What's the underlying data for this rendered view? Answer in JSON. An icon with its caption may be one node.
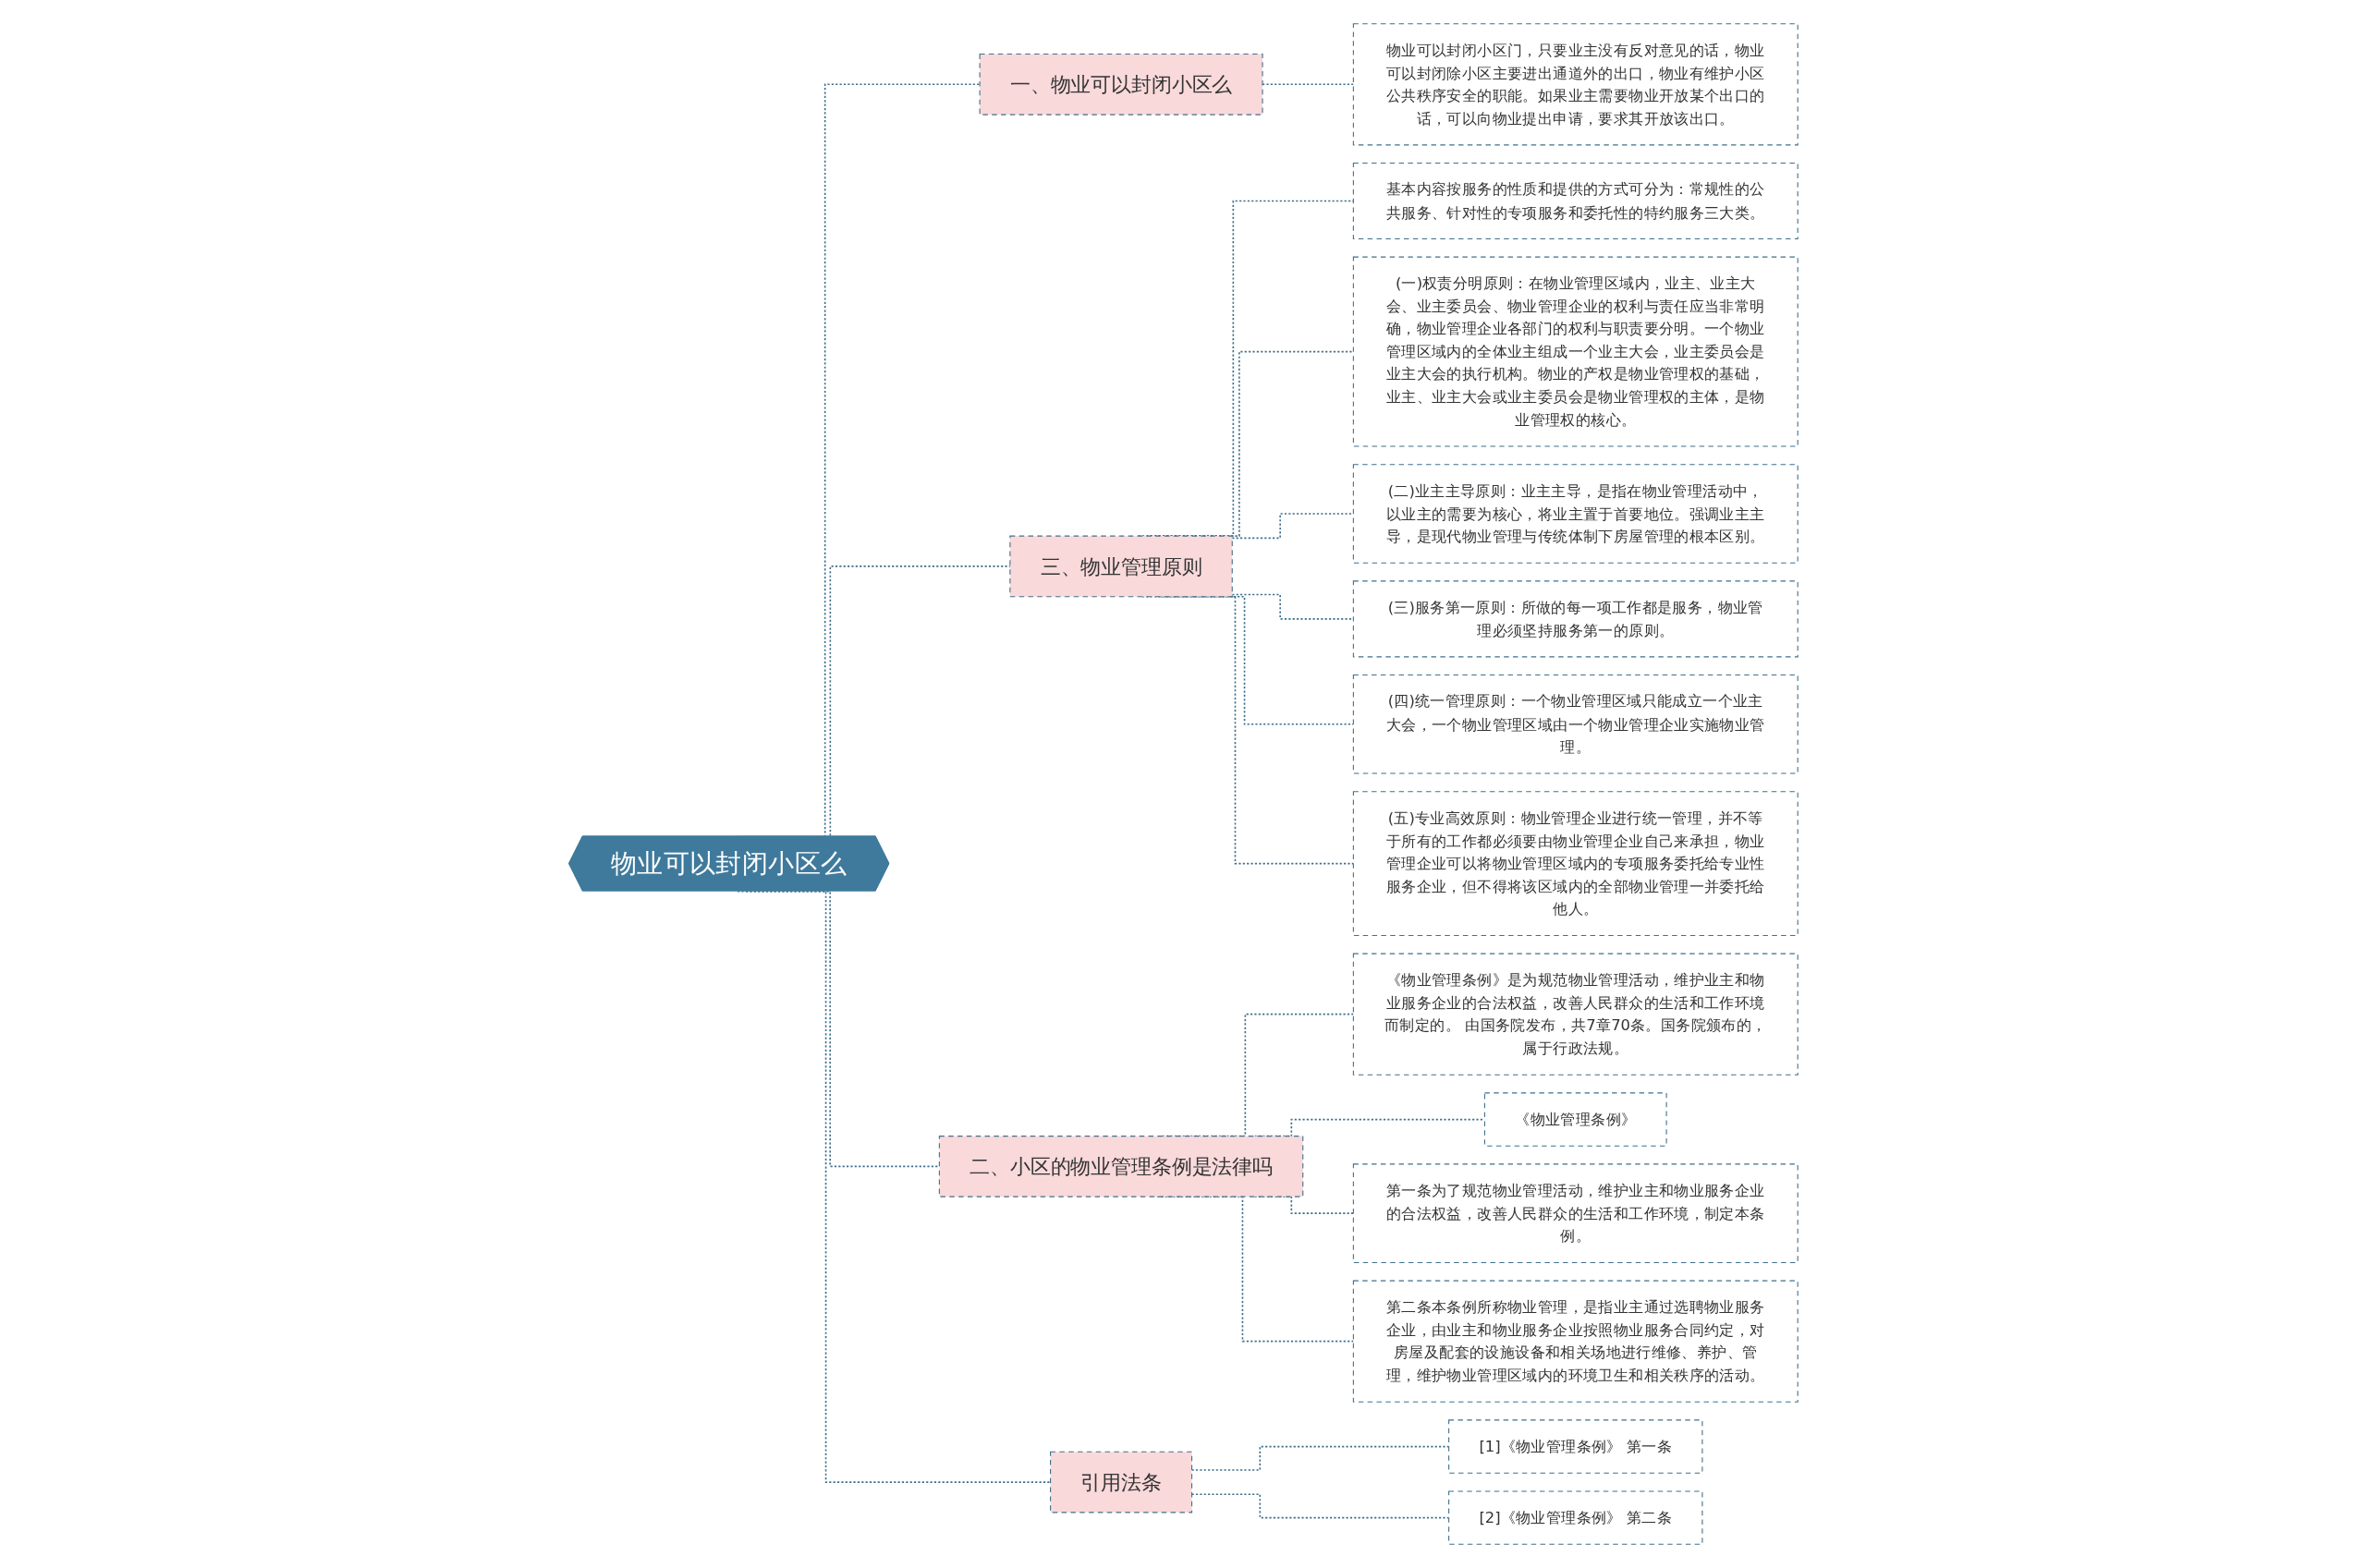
{
  "diagram": {
    "nodes": [
      {
        "text": [
          "物业可以封闭小区么"
        ]
      },
      {
        "text": [
          "二、小区的物业管理条例是法律吗"
        ]
      },
      {
        "text": [
          "《物业管理条例》是为规范物业管理活动，维护业主和物业服务企业的合法权益，改善人民群众的生活和工作环境而制定的。 由国务院发布，共7章70条。国务院颁布的，属于行政法规。"
        ]
      },
      {
        "text": [
          "《物业管理条例》"
        ]
      },
      {
        "text": [
          "第一条为了规范物业管理活动，维护业主和物业服务企业的合法权益，改善人民群众的生活和工作环境，制定本条例。"
        ]
      },
      {
        "text": [
          "第二条本条例所称物业管理，是指业主通过选聘物业服务企业，由业主和物业服务企业按照物业服务合同约定，对房屋及配套的设施设备和相关场地进行维修、养护、管理，维护物业管理区域内的环境卫生和相关秩序的活动。"
        ]
      },
      {
        "text": [
          "引用法条"
        ]
      },
      {
        "text": [
          "[1]《物业管理条例》 第一条"
        ]
      },
      {
        "text": [
          "[2]《物业管理条例》 第二条"
        ]
      },
      {
        "text": [
          "一、物业可以封闭小区么"
        ]
      },
      {
        "text": [
          "物业可以封闭小区门，只要业主没有反对意见的话，物业可以封闭除小区主要进出通道外的出口，物业有维护小区公共秩序安全的职能。如果业主需要物业开放某个出口的话，可以向物业提出申请，要求其开放该出口。"
        ]
      },
      {
        "text": [
          "三、物业管理原则"
        ]
      },
      {
        "text": [
          "基本内容按服务的性质和提供的方式可分为：常规性的公共服务、针对性的专项服务和委托性的特约服务三大类。"
        ]
      },
      {
        "text": [
          "(一)权责分明原则：在物业管理区域内，业主、业主大会、业主委员会、物业管理企业的权利与责任应当非常明确，物业管理企业各部门的权利与职责要分明。一个物业管理区域内的全体业主组成一个业主大会，业主委员会是业主大会的执行机构。物业的产权是物业管理权的基础，业主、业主大会或业主委员会是物业管理权的主体，是物业管理权的核心。"
        ]
      },
      {
        "text": [
          "(二)业主主导原则：业主主导，是指在物业管理活动中，以业主的需要为核心，将业主置于首要地位。强调业主主导，是现代物业管理与传统体制下房屋管理的根本区别。"
        ]
      },
      {
        "text": [
          "(三)服务第一原则：所做的每一项工作都是服务，物业管理必须坚持服务第一的原则。"
        ]
      },
      {
        "text": [
          "(四)统一管理原则：一个物业管理区域只能成立一个业主大会，一个物业管理区域由一个物业管理企业实施物业管理。"
        ]
      },
      {
        "text": [
          "(五)专业高效原则：物业管理企业进行统一管理，并不等于所有的工作都必须要由物业管理企业自己来承担，物业管理企业可以将物业管理区域内的专项服务委托给专业性服务企业，但不得将该区域内的全部物业管理一并委托给他人。"
        ]
      }
    ],
    "edges": [
      {
        "from": 0,
        "to": 9,
        "arrow": "none",
        "style": "dashed"
      },
      {
        "from": 0,
        "to": 11,
        "arrow": "none",
        "style": "dashed"
      },
      {
        "from": 0,
        "to": 1,
        "arrow": "none",
        "style": "dashed"
      },
      {
        "from": 0,
        "to": 6,
        "arrow": "none",
        "style": "dashed"
      },
      {
        "from": 1,
        "to": 2,
        "arrow": "none",
        "style": "dashed"
      },
      {
        "from": 1,
        "to": 3,
        "arrow": "none",
        "style": "dashed"
      },
      {
        "from": 1,
        "to": 4,
        "arrow": "none",
        "style": "dashed"
      },
      {
        "from": 1,
        "to": 5,
        "arrow": "none",
        "style": "dashed"
      },
      {
        "from": 6,
        "to": 7,
        "arrow": "none",
        "style": "dashed"
      },
      {
        "from": 6,
        "to": 8,
        "arrow": "none",
        "style": "dashed"
      },
      {
        "from": 9,
        "to": 10,
        "arrow": "none",
        "style": "dashed"
      },
      {
        "from": 11,
        "to": 12,
        "arrow": "none",
        "style": "dashed"
      },
      {
        "from": 11,
        "to": 13,
        "arrow": "none",
        "style": "dashed"
      },
      {
        "from": 11,
        "to": 14,
        "arrow": "none",
        "style": "dashed"
      },
      {
        "from": 11,
        "to": 15,
        "arrow": "none",
        "style": "dashed"
      },
      {
        "from": 11,
        "to": 16,
        "arrow": "none",
        "style": "dashed"
      },
      {
        "from": 11,
        "to": 17,
        "arrow": "none",
        "style": "dashed"
      }
    ]
  }
}
